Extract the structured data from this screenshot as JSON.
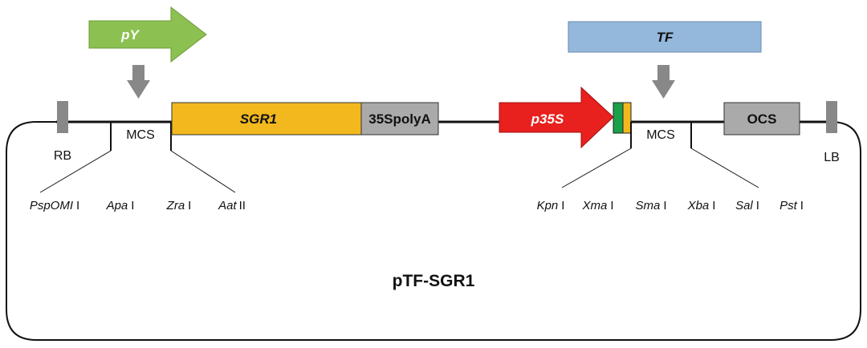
{
  "diagram": {
    "plasmid_name": "pTF-SGR1",
    "border_left": "RB",
    "border_right": "LB",
    "mcs_label": "MCS",
    "promoter_y": "pY",
    "tf_label": "TF",
    "gene": "SGR1",
    "terminator_1": "35SpolyA",
    "promoter_35s": "p35S",
    "terminator_2": "OCS",
    "left_sites": [
      {
        "name": "PspOMI",
        "suffix": "I"
      },
      {
        "name": "Apa",
        "suffix": "I"
      },
      {
        "name": "Zra",
        "suffix": "I"
      },
      {
        "name": "Aat",
        "suffix": "II"
      }
    ],
    "right_sites": [
      {
        "name": "Kpn",
        "suffix": "I"
      },
      {
        "name": "Xma",
        "suffix": "I"
      },
      {
        "name": "Sma",
        "suffix": "I"
      },
      {
        "name": "Xba",
        "suffix": "I"
      },
      {
        "name": "Sal",
        "suffix": "I"
      },
      {
        "name": "Pst",
        "suffix": "I"
      }
    ],
    "colors": {
      "py_arrow": "#8cc152",
      "sgr1_box": "#f2b81e",
      "polya_box": "#aaaaaa",
      "p35s_arrow": "#e8201e",
      "tf_box": "#94b8dc",
      "ocs_box": "#aaaaaa",
      "border_box": "#888888",
      "tag_green": "#1aa04a",
      "tag_orange": "#f2b81e"
    }
  }
}
